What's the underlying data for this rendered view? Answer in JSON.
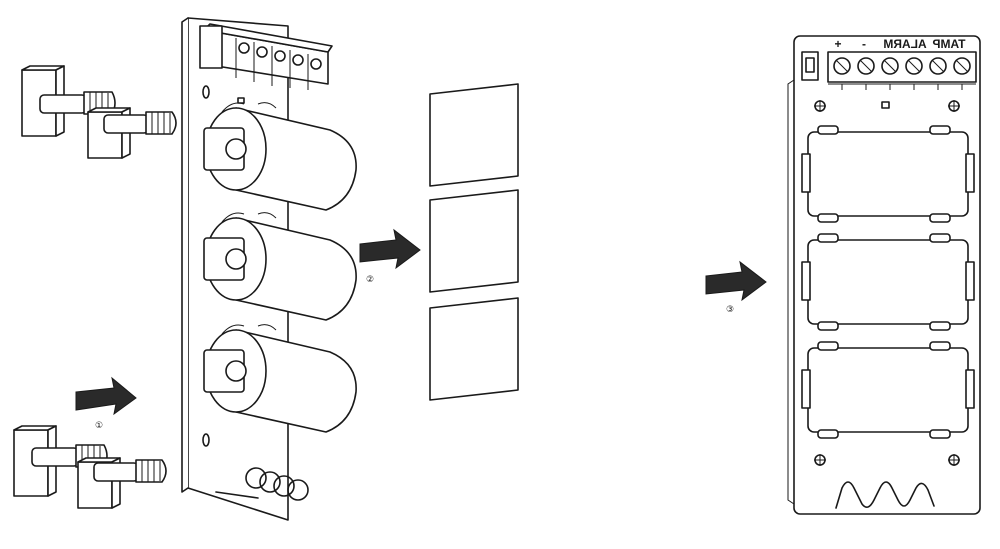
{
  "steps": {
    "mount_step": "①",
    "pad_step": "②",
    "result_step": "③"
  },
  "terminals": {
    "plus": "+",
    "minus": "-",
    "alarm": "ALARM",
    "tamp": "TAMP"
  }
}
